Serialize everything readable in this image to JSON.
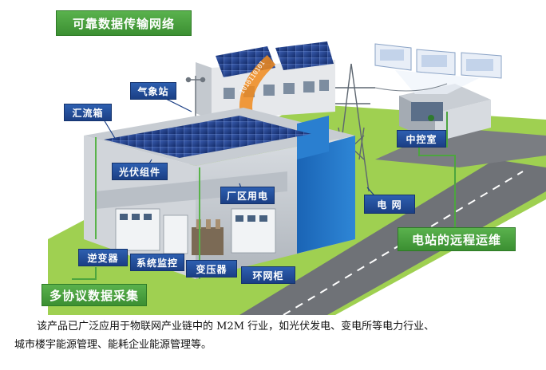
{
  "labels": {
    "network": "可靠数据传输网络",
    "weather": "气象站",
    "combiner": "汇流箱",
    "pv": "光伏组件",
    "plant_power": "厂区用电",
    "control_room": "中控室",
    "grid": "电 网",
    "remote_om": "电站的远程运维",
    "inverter": "逆变器",
    "monitoring": "系统监控",
    "transformer": "变压器",
    "ring_cabinet": "环网柜",
    "multi_protocol": "多协议数据采集"
  },
  "caption": {
    "line1": "该产品已广泛应用于物联网产业链中的 M2M 行业，如光伏发电、变电所等电力行业、",
    "line2": "城市楼宇能源管理、能耗企业能源管理等。"
  },
  "colors": {
    "blue_label": "#1b3f85",
    "green_label": "#3b8f32",
    "building_blue": "#1f6fc0",
    "panel_blue": "#1c3c86",
    "grass": "#8cc63f",
    "road": "#6f7277"
  }
}
